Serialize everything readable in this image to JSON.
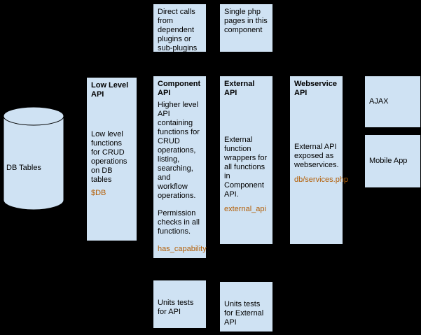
{
  "colors": {
    "background": "#000000",
    "box_fill": "#cfe2f3",
    "box_border": "#000000",
    "code_text": "#b45f06"
  },
  "db_cylinder": {
    "label": "DB Tables"
  },
  "top_boxes": {
    "direct_calls": {
      "text": "Direct calls from dependent plugins or sub-plugins"
    },
    "single_php": {
      "text": "Single php pages in this component"
    }
  },
  "columns": {
    "low_level": {
      "title": "Low Level API",
      "body": "Low level functions for CRUD operations on DB tables",
      "code": "$DB"
    },
    "component": {
      "title": "Component API",
      "body": "Higher level API containing functions for CRUD operations, listing, searching, and workflow operations.",
      "body2": "Permission checks in all functions.",
      "code": "has_capability"
    },
    "external": {
      "title": "External API",
      "body": "External function wrappers for all functions in Component API.",
      "code": "external_api"
    },
    "webservice": {
      "title": "Webservice API",
      "body": "External API exposed as webservices.",
      "code": "db/services.php"
    }
  },
  "right_boxes": {
    "ajax": {
      "label": "AJAX"
    },
    "mobile": {
      "label": "Mobile App"
    }
  },
  "bottom_boxes": {
    "unit_tests_api": {
      "text": "Units tests for API"
    },
    "unit_tests_external": {
      "text": "Units tests for External API"
    }
  }
}
